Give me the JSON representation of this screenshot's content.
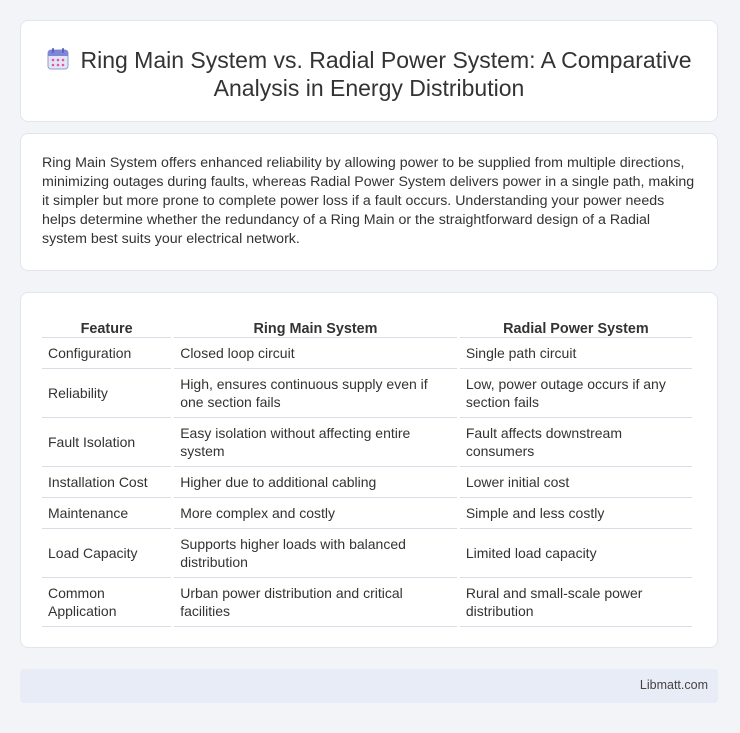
{
  "header": {
    "title": "Ring Main System vs. Radial Power System: A Comparative Analysis in Energy Distribution",
    "icon": "calendar-icon"
  },
  "intro": {
    "text": "Ring Main System offers enhanced reliability by allowing power to be supplied from multiple directions, minimizing outages during faults, whereas Radial Power System delivers power in a single path, making it simpler but more prone to complete power loss if a fault occurs. Understanding your power needs helps determine whether the redundancy of a Ring Main or the straightforward design of a Radial system best suits your electrical network."
  },
  "table": {
    "headers": [
      "Feature",
      "Ring Main System",
      "Radial Power System"
    ],
    "rows": [
      [
        "Configuration",
        "Closed loop circuit",
        "Single path circuit"
      ],
      [
        "Reliability",
        "High, ensures continuous supply even if one section fails",
        "Low, power outage occurs if any section fails"
      ],
      [
        "Fault Isolation",
        "Easy isolation without affecting entire system",
        "Fault affects downstream consumers"
      ],
      [
        "Installation Cost",
        "Higher due to additional cabling",
        "Lower initial cost"
      ],
      [
        "Maintenance",
        "More complex and costly",
        "Simple and less costly"
      ],
      [
        "Load Capacity",
        "Supports higher loads with balanced distribution",
        "Limited load capacity"
      ],
      [
        "Common Application",
        "Urban power distribution and critical facilities",
        "Rural and small-scale power distribution"
      ]
    ]
  },
  "footer": {
    "brand": "Libmatt.com"
  }
}
